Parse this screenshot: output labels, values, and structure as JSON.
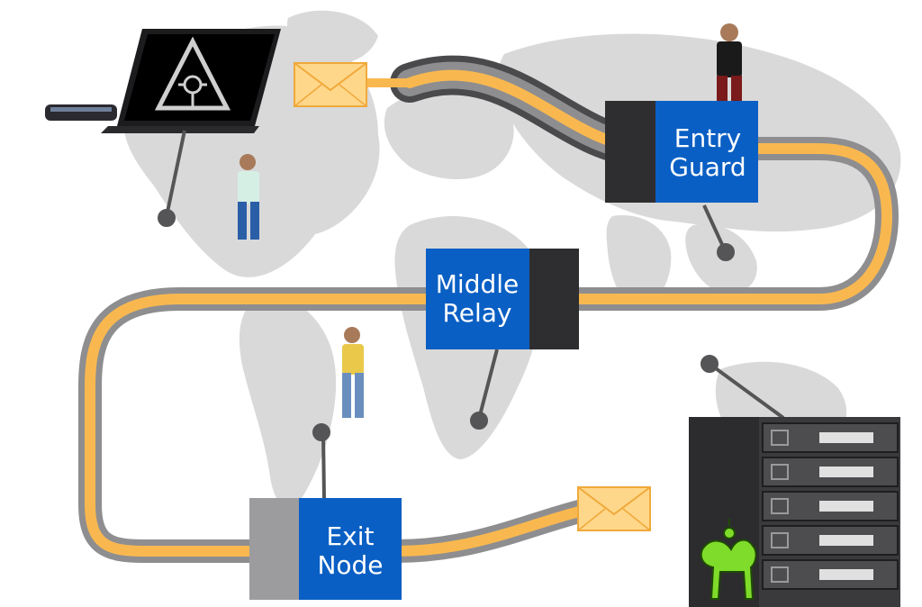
{
  "colors": {
    "map": "#d9d9d9",
    "tube_outer": "#4a4a4c",
    "tube_mid": "#8e8e90",
    "tube_core": "#f9b84f",
    "node_blue": "#0a5fc4",
    "node_dark": "#2e2e30",
    "node_gray": "#9c9c9e",
    "envelope": "#ffd78a",
    "envelope_edge": "#f0a93a",
    "server": "#3a3a3c",
    "laptop": "#1c1c1e",
    "onion": "#7fdc2a"
  },
  "nodes": {
    "entry_guard": {
      "line1": "Entry",
      "line2": "Guard"
    },
    "middle_relay": {
      "line1": "Middle",
      "line2": "Relay"
    },
    "exit_node": {
      "line1": "Exit",
      "line2": "Node"
    }
  },
  "icons": [
    "laptop-icon",
    "illuminati-eye-icon",
    "envelope-icon",
    "person-icon",
    "server-rack-icon",
    "camel-onion-icon",
    "map-pin-icon"
  ]
}
